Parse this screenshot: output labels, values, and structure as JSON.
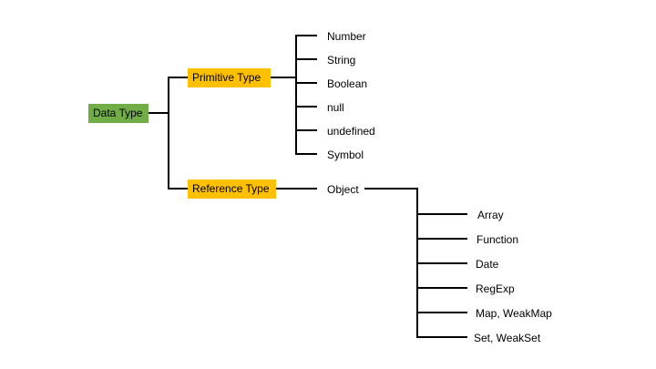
{
  "root": {
    "label": "Data Type",
    "color": "#70ad47"
  },
  "primitive": {
    "label": "Primitive Type",
    "color": "#ffc000",
    "children": [
      "Number",
      "String",
      "Boolean",
      "null",
      "undefined",
      "Symbol"
    ]
  },
  "reference": {
    "label": "Reference Type",
    "color": "#ffc000",
    "child": "Object",
    "object_children": [
      "Array",
      "Function",
      "Date",
      "RegExp",
      "Map, WeakMap",
      "Set, WeakSet"
    ]
  }
}
